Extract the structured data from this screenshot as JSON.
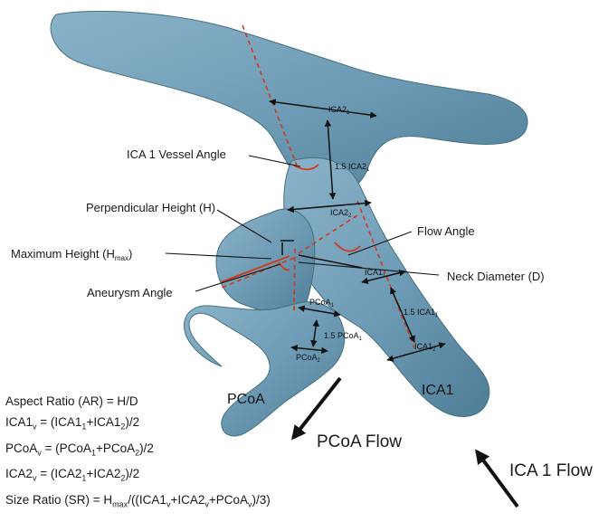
{
  "colors": {
    "vessel_fill": "#6f9cb6",
    "vessel_shadow": "#4c7890",
    "measure_line": "#111111",
    "angle_line": "#d23a1a"
  },
  "labels": {
    "ica1_vessel_angle": "ICA 1 Vessel Angle",
    "perpendicular_height": "Perpendicular Height (H)",
    "maximum_height_main": "Maximum Height (H",
    "maximum_height_sub": "max",
    "maximum_height_close": ")",
    "aneurysm_angle": "Aneurysm Angle",
    "flow_angle": "Flow Angle",
    "neck_diameter": "Neck Diameter (D)"
  },
  "measurements": {
    "ica2_1": "ICA2",
    "ica2_1_sub": "1",
    "ica2_1_5": "1.5 ICA2",
    "ica2_1_5_sub": "1",
    "ica2_2": "ICA2",
    "ica2_2_sub": "2",
    "ica1_1": "ICA1",
    "ica1_1_sub": "1",
    "ica1_1_5": "1.5 ICA1",
    "ica1_1_5_sub": "1",
    "ica1_2": "ICA1",
    "ica1_2_sub": "2",
    "pcoa_1": "PCoA",
    "pcoa_1_sub": "1",
    "pcoa_1_5": "1.5 PCoA",
    "pcoa_1_5_sub": "1",
    "pcoa_2": "PCoA",
    "pcoa_2_sub": "2"
  },
  "vessels": {
    "pcoa": "PCoA",
    "ica1": "ICA1"
  },
  "flows": {
    "pcoa_flow": "PCoA Flow",
    "ica1_flow": "ICA 1 Flow"
  },
  "formulas": {
    "aspect_ratio": "Aspect Ratio (AR) = H/D",
    "ica1v_a": "ICA1",
    "ica1v_b": " = (ICA1",
    "ica1v_c": "+ICA1",
    "ica1v_d": ")/2",
    "pcoav_a": "PCoA",
    "pcoav_b": " = (PCoA",
    "pcoav_c": "+PCoA",
    "pcoav_d": ")/2",
    "ica2v_a": "ICA2",
    "ica2v_b": " = (ICA2",
    "ica2v_c": "+ICA2",
    "ica2v_d": ")/2",
    "sr_a": "Size Ratio (SR) = H",
    "sr_b": "/((ICA1",
    "sr_c": "+ICA2",
    "sr_d": "+PCoA",
    "sr_e": ")/3)",
    "sub_v": "v",
    "sub_1": "1",
    "sub_2": "2",
    "sub_max": "max"
  }
}
